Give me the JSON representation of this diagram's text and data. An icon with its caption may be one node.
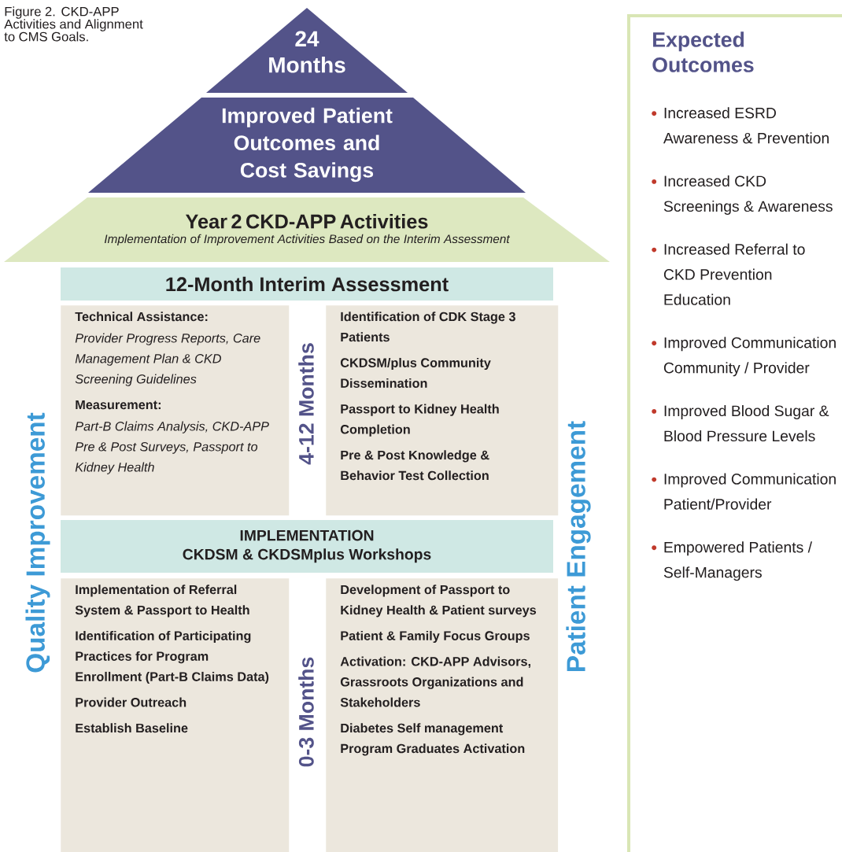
{
  "diagram": {
    "caption": "Figure 2. CKD-APP Activities and Alignment to CMS Goals.",
    "nodes": [
      {
        "text": [
          "24 Months"
        ]
      },
      {
        "text": [
          "Improved Patient Outcomes and Cost Savings"
        ]
      },
      {
        "text": [
          "Year 2 CKD-APP Activities",
          "Implementation of Improvement Activities Based on the Interim Assessment"
        ]
      },
      {
        "text": [
          "12-Month Interim Assessment"
        ]
      },
      {
        "text": [
          "Technical Assistance:",
          "Provider Progress Reports, Care Management Plan & CKD Screening Guidelines",
          "Measurement:",
          "Part-B Claims Analysis, CKD-APP  Pre & Post Surveys, Passport to Kidney Health"
        ]
      },
      {
        "text": [
          "Identification of CDK Stage 3 Patients",
          "CKDSM/plus Community Dissemination",
          "Passport to Kidney Health Completion",
          "Pre & Post Knowledge & Behavior Test Collection"
        ]
      },
      {
        "text": [
          "IMPLEMENTATION",
          "CKDSM & CKDSMplus  Workshops"
        ]
      },
      {
        "text": [
          "Implementation of Referral System & Passport to Health",
          "Identification of Participating Practices for Program Enrollment (Part-B Claims Data)",
          "Provider Outreach",
          "Establish Baseline"
        ]
      },
      {
        "text": [
          "Development of Passport to Kidney Health & Patient surveys",
          "Patient & Family Focus Groups",
          "Activation: CKD-APP Advisors, Grassroots Organizations and Stakeholders",
          "Diabetes Self management Program Graduates Activation"
        ]
      },
      {
        "text": [
          "Expected Outcomes",
          "Increased ESRD Awareness & Prevention",
          "Increased CKD Screenings & Awareness",
          "Increased Referral to CKD Prevention Education",
          "Improved Communication Community / Provider",
          "Improved Blood Sugar & Blood Pressure Levels",
          "Improved Communication Patient/Provider",
          "Empowered Patients / Self-Managers"
        ]
      }
    ],
    "labels": [
      "Quality Improvement",
      "4-12 Months",
      "Patient Engagement",
      "0-3 Months"
    ]
  }
}
